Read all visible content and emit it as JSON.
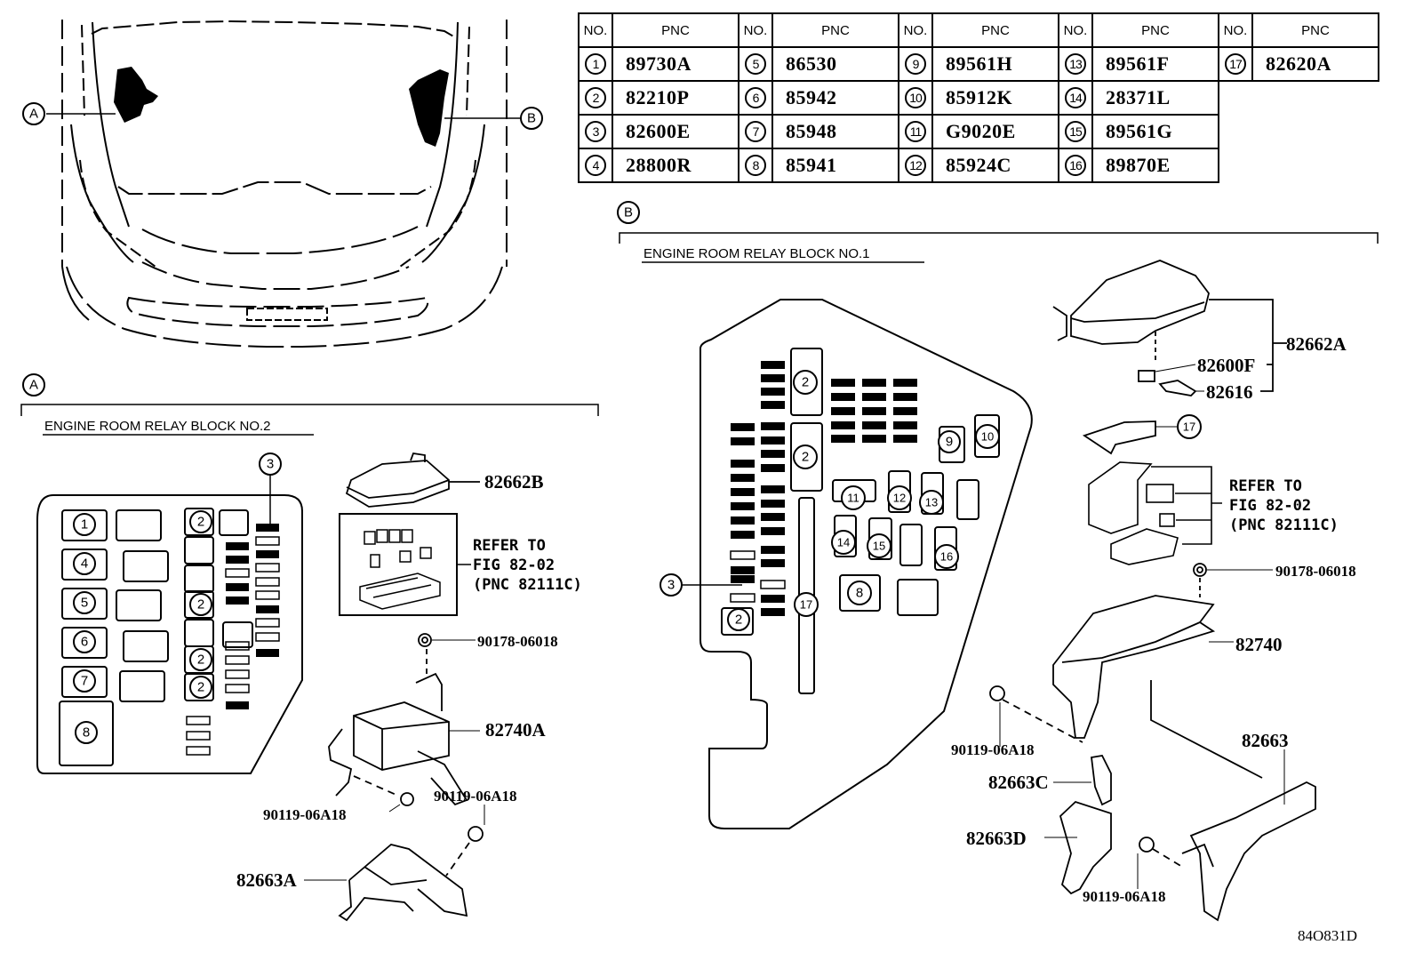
{
  "figure_id": "84O831D",
  "table": {
    "headers": {
      "no": "NO.",
      "pnc": "PNC"
    },
    "rows": [
      [
        {
          "no": "1",
          "pnc": "89730A"
        },
        {
          "no": "5",
          "pnc": "86530"
        },
        {
          "no": "9",
          "pnc": "89561H"
        },
        {
          "no": "13",
          "pnc": "89561F"
        },
        {
          "no": "17",
          "pnc": "82620A"
        }
      ],
      [
        {
          "no": "2",
          "pnc": "82210P"
        },
        {
          "no": "6",
          "pnc": "85942"
        },
        {
          "no": "10",
          "pnc": "85912K"
        },
        {
          "no": "14",
          "pnc": "28371L"
        },
        null
      ],
      [
        {
          "no": "3",
          "pnc": "82600E"
        },
        {
          "no": "7",
          "pnc": "85948"
        },
        {
          "no": "11",
          "pnc": "G9020E"
        },
        {
          "no": "15",
          "pnc": "89561G"
        },
        null
      ],
      [
        {
          "no": "4",
          "pnc": "28800R"
        },
        {
          "no": "8",
          "pnc": "85941"
        },
        {
          "no": "12",
          "pnc": "85924C"
        },
        {
          "no": "16",
          "pnc": "89870E"
        },
        null
      ]
    ]
  },
  "overview": {
    "callout_a": "A",
    "callout_b": "B"
  },
  "section_a": {
    "callout": "A",
    "title": "ENGINE ROOM RELAY BLOCK NO.2",
    "layout_labels": {
      "r1": "1",
      "r4": "4",
      "r5": "5",
      "r6": "6",
      "r7": "7",
      "r8": "8",
      "r2a": "2",
      "r2b": "2",
      "r2c": "2",
      "r2d": "2",
      "fuse_callout": "3"
    },
    "parts": {
      "cover": "82662B",
      "refer_1": "REFER TO",
      "refer_2": "FIG 82-02",
      "refer_3": "(PNC 82111C)",
      "nut": "90178-06018",
      "block": "82740A",
      "bolt_1": "90119-06A18",
      "bolt_2": "90119-06A18",
      "bracket": "82663A"
    }
  },
  "section_b": {
    "callout": "B",
    "title": "ENGINE ROOM RELAY BLOCK NO.1",
    "layout_labels": {
      "r2a": "2",
      "r2b": "2",
      "r2c": "2",
      "fuse_callout": "3",
      "r8": "8",
      "r9": "9",
      "r10": "10",
      "r11": "11",
      "r12": "12",
      "r13": "13",
      "r14": "14",
      "r15": "15",
      "r16": "16",
      "r17": "17"
    },
    "parts": {
      "cover": "82662A",
      "fuse_puller": "82600F",
      "clip": "82616",
      "callout_17": "17",
      "refer_1": "REFER TO",
      "refer_2": "FIG 82-02",
      "refer_3": "(PNC 82111C)",
      "nut": "90178-06018",
      "block": "82740",
      "bolt_1": "90119-06A18",
      "bracket": "82663",
      "bracket_c": "82663C",
      "bracket_d": "82663D",
      "bolt_2": "90119-06A18"
    }
  }
}
